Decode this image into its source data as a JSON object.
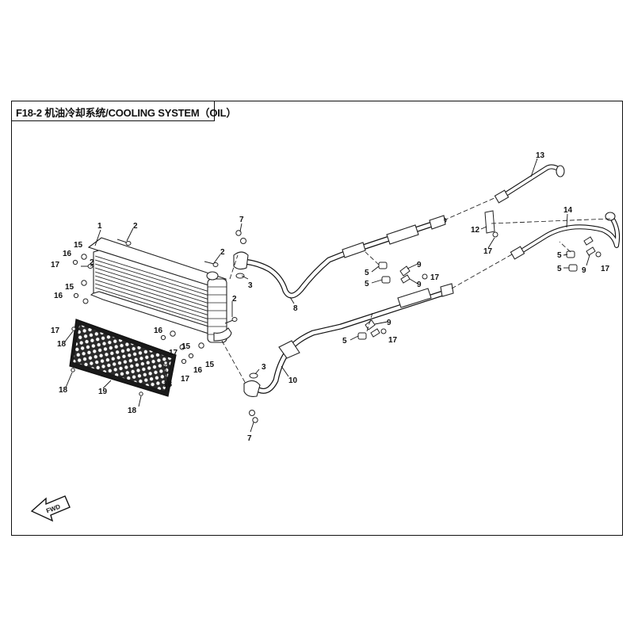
{
  "title": "F18-2 机油冷却系统/COOLING SYSTEM（OIL）",
  "fwd_label": "FWD",
  "callouts": [
    {
      "id": "c1",
      "text": "1"
    },
    {
      "id": "c2a",
      "text": "2"
    },
    {
      "id": "c2b",
      "text": "2"
    },
    {
      "id": "c2c",
      "text": "2"
    },
    {
      "id": "c2d",
      "text": "2"
    },
    {
      "id": "c3a",
      "text": "3"
    },
    {
      "id": "c3b",
      "text": "3"
    },
    {
      "id": "c5a",
      "text": "5"
    },
    {
      "id": "c5b",
      "text": "5"
    },
    {
      "id": "c5c",
      "text": "5"
    },
    {
      "id": "c5d",
      "text": "5"
    },
    {
      "id": "c5e",
      "text": "5"
    },
    {
      "id": "c7a",
      "text": "7"
    },
    {
      "id": "c7b",
      "text": "7"
    },
    {
      "id": "c8",
      "text": "8"
    },
    {
      "id": "c9a",
      "text": "9"
    },
    {
      "id": "c9b",
      "text": "9"
    },
    {
      "id": "c9c",
      "text": "9"
    },
    {
      "id": "c9d",
      "text": "9"
    },
    {
      "id": "c10",
      "text": "10"
    },
    {
      "id": "c12",
      "text": "12"
    },
    {
      "id": "c13",
      "text": "13"
    },
    {
      "id": "c14",
      "text": "14"
    },
    {
      "id": "c15a",
      "text": "15"
    },
    {
      "id": "c15b",
      "text": "15"
    },
    {
      "id": "c15c",
      "text": "15"
    },
    {
      "id": "c15d",
      "text": "15"
    },
    {
      "id": "c16a",
      "text": "16"
    },
    {
      "id": "c16b",
      "text": "16"
    },
    {
      "id": "c16c",
      "text": "16"
    },
    {
      "id": "c16d",
      "text": "16"
    },
    {
      "id": "c17a",
      "text": "17"
    },
    {
      "id": "c17b",
      "text": "17"
    },
    {
      "id": "c17c",
      "text": "17"
    },
    {
      "id": "c17d",
      "text": "17"
    },
    {
      "id": "c17e",
      "text": "17"
    },
    {
      "id": "c17f",
      "text": "17"
    },
    {
      "id": "c17g",
      "text": "17"
    },
    {
      "id": "c17h",
      "text": "17"
    },
    {
      "id": "c18a",
      "text": "18"
    },
    {
      "id": "c18b",
      "text": "18"
    },
    {
      "id": "c18c",
      "text": "18"
    },
    {
      "id": "c18d",
      "text": "18"
    },
    {
      "id": "c19",
      "text": "19"
    }
  ]
}
